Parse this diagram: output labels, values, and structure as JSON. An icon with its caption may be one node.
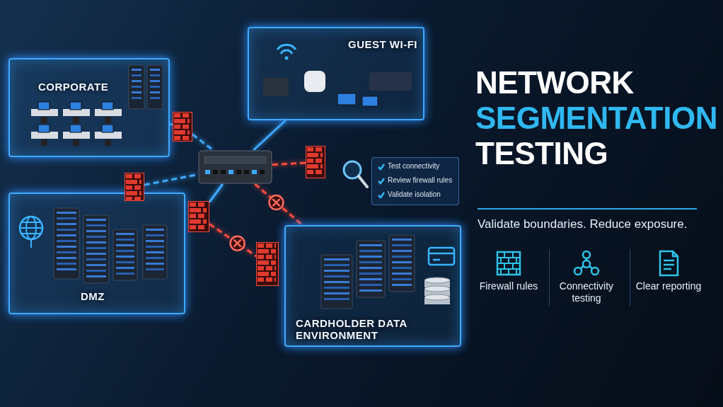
{
  "diagram": {
    "title": "NETWORK SEGMENTATION TESTING",
    "nodes": [
      {
        "text": [
          "CORPORATE"
        ]
      },
      {
        "text": [
          "GUEST WI-FI"
        ]
      },
      {
        "text": [
          "DMZ"
        ]
      },
      {
        "text": [
          "CARDHOLDER DATA ENVIRONMENT"
        ]
      },
      {
        "text": [],
        "shape": "picture"
      },
      {
        "text": [],
        "shape": "picture"
      },
      {
        "text": [],
        "shape": "picture"
      },
      {
        "text": [],
        "shape": "picture"
      },
      {
        "text": [],
        "shape": "picture"
      },
      {
        "text": [],
        "shape": "picture"
      }
    ],
    "edges": [
      {
        "from": 0,
        "to": 5,
        "arrow": "none",
        "style": "dashed"
      },
      {
        "from": 5,
        "to": 4,
        "arrow": "none",
        "style": "dashed"
      },
      {
        "from": 1,
        "to": 4,
        "arrow": "none"
      },
      {
        "from": 6,
        "to": 4,
        "arrow": "none",
        "style": "dashed"
      },
      {
        "from": 7,
        "to": 4,
        "arrow": "none"
      },
      {
        "from": 4,
        "to": 8,
        "arrow": "none",
        "style": "dashed",
        "color": "#ff4a3d"
      },
      {
        "from": 4,
        "to": 3,
        "arrow": "none",
        "style": "dashed",
        "color": "#ff4a3d"
      },
      {
        "from": 7,
        "to": 9,
        "arrow": "none",
        "style": "dashed",
        "color": "#ff4a3d"
      }
    ],
    "labels": [
      "Validate boundaries. Reduce exposure.",
      "Test connectivity",
      "Review firewall rules",
      "Validate isolation",
      "Firewall rules",
      "Connectivity testing",
      "Clear reporting"
    ]
  }
}
